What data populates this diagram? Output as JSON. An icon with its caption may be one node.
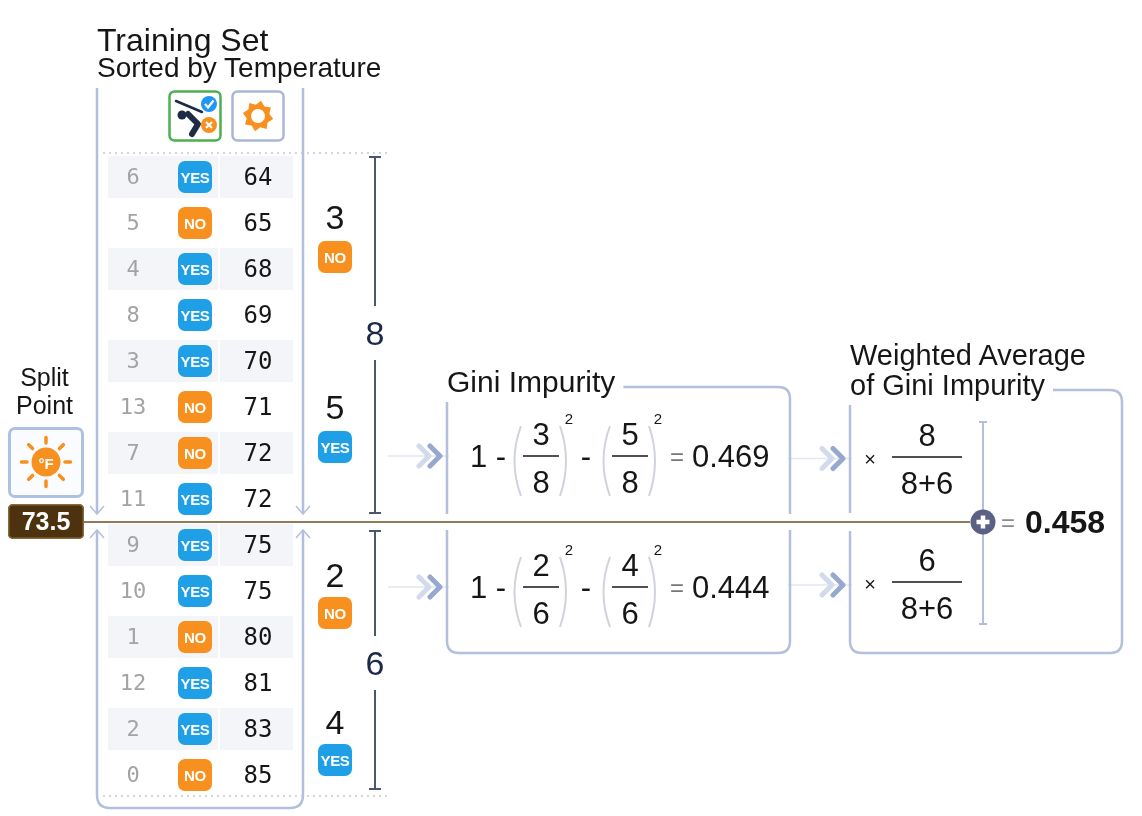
{
  "diagram": {
    "nodes": [
      {
        "text": [
          "Training Set",
          "Sorted by Temperature"
        ]
      },
      {
        "text": [
          "Split Point",
          "°F"
        ]
      },
      {
        "text": [
          "73.5"
        ]
      },
      {
        "text": [
          "8"
        ]
      },
      {
        "text": [
          "6"
        ]
      },
      {
        "text": [
          "Gini Impurity"
        ]
      },
      {
        "text": [
          "1 -",
          "3",
          "8",
          "2",
          "-",
          "5",
          "8",
          "2",
          "=",
          "0.469"
        ],
        "in": 5
      },
      {
        "text": [
          "1 -",
          "2",
          "6",
          "2",
          "-",
          "4",
          "6",
          "2",
          "=",
          "0.444"
        ],
        "in": 5
      },
      {
        "text": [
          "Weighted Average of Gini Impurity"
        ]
      },
      {
        "text": [
          "×",
          "8",
          "8+6"
        ],
        "in": 8
      },
      {
        "text": [
          "×",
          "6",
          "8+6"
        ],
        "in": 8
      },
      {
        "text": [],
        "shape": "circle",
        "in": 8,
        "beside": [
          "=",
          "0.458"
        ]
      }
    ],
    "edges": [
      {
        "from": 3,
        "to": 6,
        "arrow": "to"
      },
      {
        "from": 4,
        "to": 7,
        "arrow": "to"
      },
      {
        "from": 6,
        "to": 9,
        "arrow": "to"
      },
      {
        "from": 7,
        "to": 10,
        "arrow": "to"
      }
    ],
    "labels": [
      "6",
      "YES",
      "64",
      "5",
      "NO",
      "65",
      "4",
      "YES",
      "68",
      "8",
      "YES",
      "69",
      "3",
      "YES",
      "70",
      "13",
      "NO",
      "71",
      "7",
      "NO",
      "72",
      "11",
      "YES",
      "72",
      "9",
      "YES",
      "75",
      "10",
      "YES",
      "75",
      "1",
      "NO",
      "80",
      "12",
      "YES",
      "81",
      "2",
      "YES",
      "83",
      "0",
      "NO",
      "85",
      "3",
      "NO",
      "5",
      "YES",
      "2",
      "NO",
      "4",
      "YES"
    ]
  }
}
